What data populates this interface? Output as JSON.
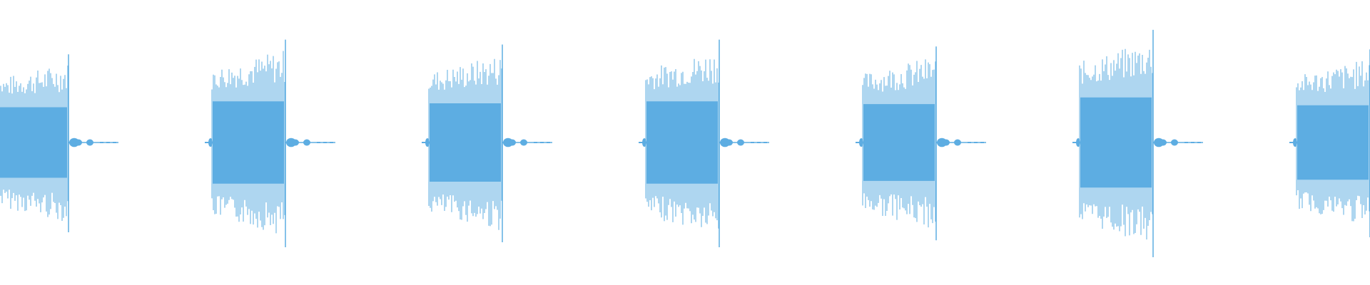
{
  "waveform": {
    "color": "#5DADE2",
    "background": "#FFFFFF",
    "pulse_count": 7,
    "pulse_peak_amplitude": [
      0.9,
      1.05,
      1.0,
      1.05,
      0.98,
      1.15,
      0.95
    ],
    "tail_dot_count": 3
  }
}
